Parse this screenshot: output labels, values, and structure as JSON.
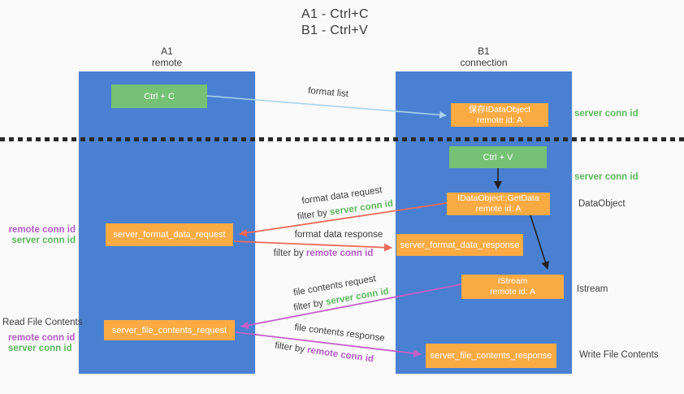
{
  "title": {
    "line1": "A1 - Ctrl+C",
    "line2": "B1 - Ctrl+V"
  },
  "columns": {
    "a1": {
      "name": "A1",
      "subtitle": "remote"
    },
    "b1": {
      "name": "B1",
      "subtitle": "connection"
    }
  },
  "nodes": {
    "ctrl_c": {
      "label": "Ctrl + C"
    },
    "save_dataobject": {
      "line1": "保存IDataObject",
      "line2": "remote id: A"
    },
    "ctrl_v": {
      "label": "Ctrl + V"
    },
    "getdata": {
      "line1": "IDataObject::GetData",
      "line2": "remote id: A"
    },
    "format_request": {
      "label": "server_format_data_request"
    },
    "format_response": {
      "label": "server_format_data_response"
    },
    "istream": {
      "line1": "IStream",
      "line2": "remote id: A"
    },
    "file_request": {
      "label": "server_file_contents_request"
    },
    "file_response": {
      "label": "server_file_contents_response"
    }
  },
  "labels": {
    "format_list": "format list",
    "format_data_request": "format data request",
    "format_data_response": "format data response",
    "file_contents_request": "file contents request",
    "file_contents_response": "file contents response",
    "filter_by": "filter by",
    "server_conn_id": "server conn id",
    "remote_conn_id": "remote conn id",
    "dataobject": "DataObject",
    "istream": "Istream",
    "read_file_contents": "Read File Contents",
    "write_file_contents": "Write File Contents"
  },
  "colors": {
    "column_blue": "#4a80d1",
    "node_orange": "#fbab44",
    "node_green": "#75c175",
    "arrow_red": "#ee6a5a",
    "arrow_magenta": "#c45ec9",
    "arrow_lightblue": "#a8d2ee",
    "arrow_black": "#222222",
    "text_green": "#5cb85c",
    "text_purple": "#b35cc4",
    "text_dark": "#3d3d3d",
    "background": "#fafafa"
  }
}
